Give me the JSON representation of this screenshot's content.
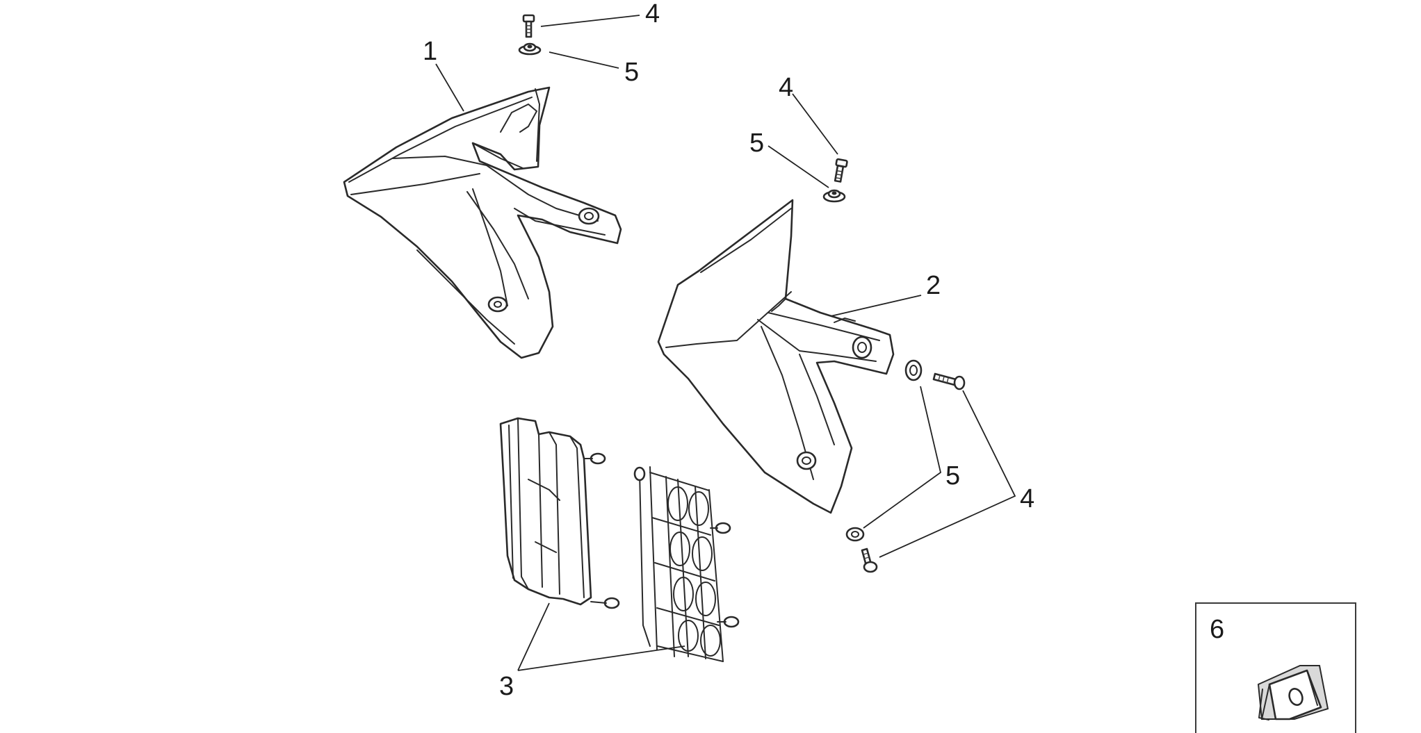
{
  "callouts": {
    "c1": "1",
    "c2": "2",
    "c3": "3",
    "c4a": "4",
    "c4b": "4",
    "c4c": "4",
    "c5a": "5",
    "c5b": "5",
    "c5c": "5",
    "c6": "6"
  }
}
